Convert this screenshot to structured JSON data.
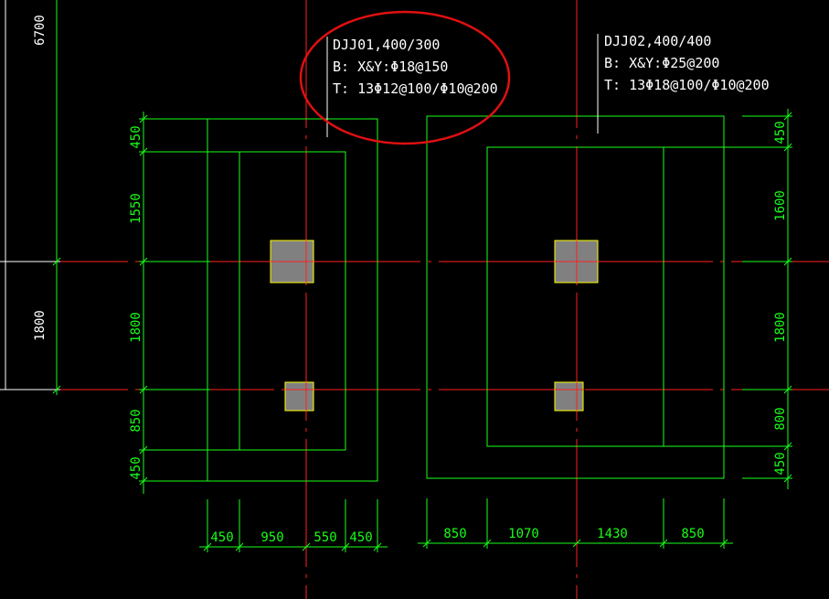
{
  "colors": {
    "background": "#000000",
    "axis": "#ff2020",
    "outline": "#19ff19",
    "white": "#ffffff",
    "column_fill": "#808080",
    "column_edge": "#ffff00",
    "highlight_circle": "#e01010"
  },
  "footing1": {
    "name": "DJJ01,400/300",
    "bottom": "B: X&Y:Φ18@150",
    "top": "T: 13Φ12@100/Φ10@200"
  },
  "footing2": {
    "name": "DJJ02,400/400",
    "bottom": "B: X&Y:Φ25@200",
    "top": "T: 13Φ18@100/Φ10@200"
  },
  "dims": {
    "left_top": "6700",
    "left_mid": "1800",
    "f1_v": [
      "450",
      "1550",
      "1800",
      "850",
      "450"
    ],
    "f1_h": [
      "450",
      "950",
      "550",
      "450"
    ],
    "f2_v": [
      "450",
      "1600",
      "1800",
      "800",
      "450"
    ],
    "f2_h": [
      "850",
      "1070",
      "1430",
      "850"
    ]
  }
}
